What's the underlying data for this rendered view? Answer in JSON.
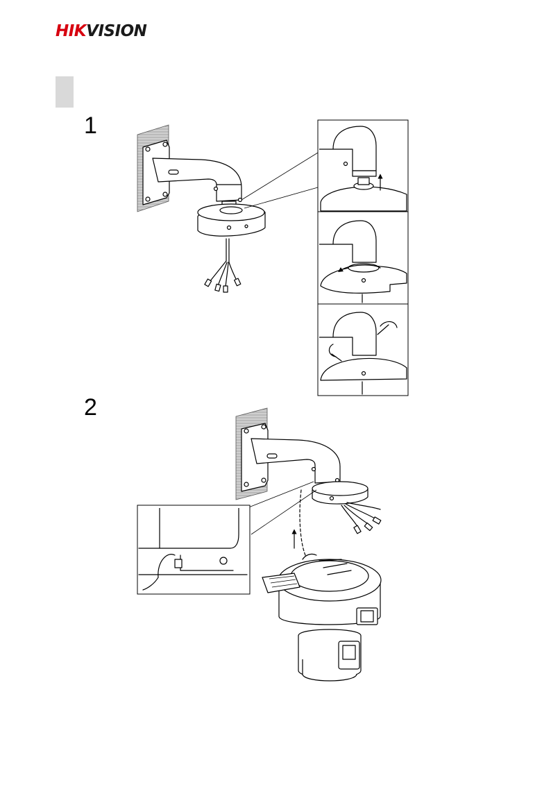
{
  "header": {
    "logo_part1": "HIK",
    "logo_part2": "VISION"
  },
  "steps": [
    {
      "number": "1"
    },
    {
      "number": "2"
    }
  ],
  "colors": {
    "brand_red": "#d7000f",
    "tab_grey": "#d9d9d9"
  }
}
